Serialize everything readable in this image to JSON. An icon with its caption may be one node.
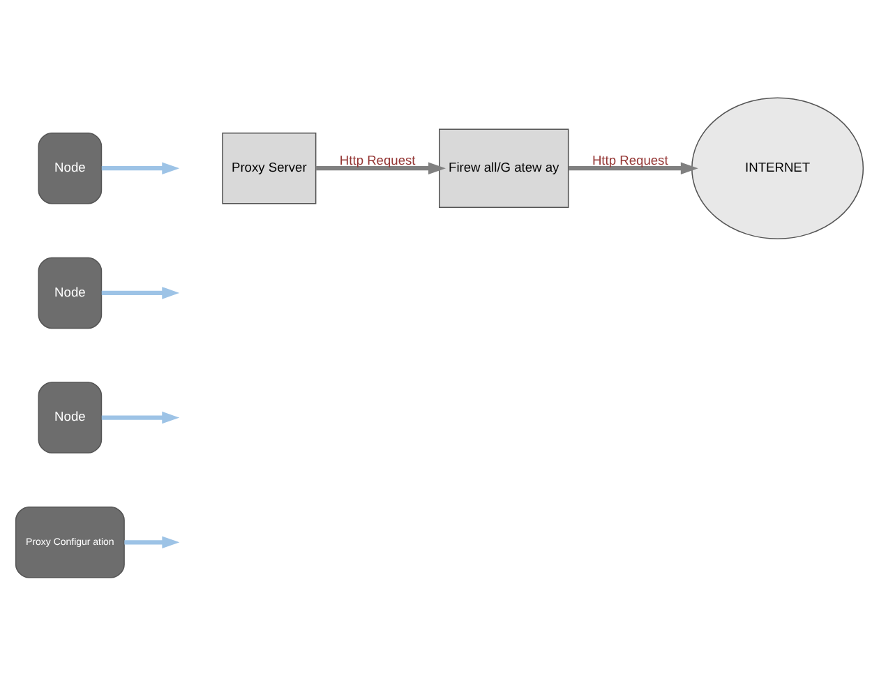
{
  "diagram": {
    "nodes": [
      {
        "text": [
          "Node"
        ]
      },
      {
        "text": [
          "Node"
        ]
      },
      {
        "text": [
          "Node"
        ]
      },
      {
        "text": [
          "Proxy Configur ation"
        ]
      },
      {
        "text": [
          "Proxy Server"
        ]
      },
      {
        "text": [
          "Firew all/G atew ay"
        ]
      },
      {
        "text": [
          "INTERNET"
        ]
      }
    ],
    "edges": [
      {
        "from": 0,
        "to": null,
        "arrow": "to"
      },
      {
        "from": 1,
        "to": null,
        "arrow": "to"
      },
      {
        "from": 2,
        "to": null,
        "arrow": "to"
      },
      {
        "from": 3,
        "to": null,
        "arrow": "to"
      },
      {
        "from": 4,
        "to": 5,
        "arrow": "to",
        "label": "Http Request",
        "color": "#808080"
      },
      {
        "from": 5,
        "to": 6,
        "arrow": "to",
        "label": "Http Request",
        "color": "#808080"
      }
    ]
  }
}
